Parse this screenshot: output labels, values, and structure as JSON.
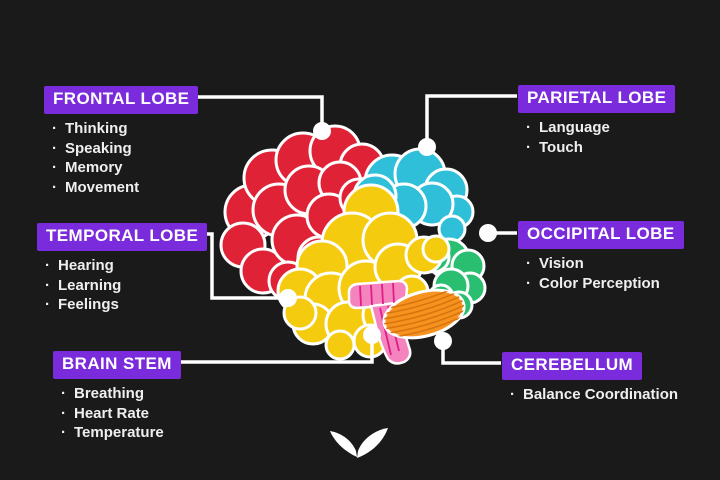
{
  "colors": {
    "background": "#1B1A1A",
    "label_background": "#7A2BDB",
    "label_text": "#FFFFFF",
    "item_text": "#EFEFEF",
    "line": "#FFFFFF",
    "frontal": "#E02236",
    "parietal": "#2FBFD9",
    "temporal": "#F5CB0F",
    "occipital": "#2ABE71",
    "cerebellum": "#F6921E",
    "cerebellum_stripes": "#D9750F",
    "brain_stem": "#F584BE",
    "brain_stem_stripes": "#DE1D86",
    "logo": "#FFFFFF"
  },
  "sections": {
    "frontal": {
      "label": "FRONTAL LOBE",
      "items": [
        "Thinking",
        "Speaking",
        "Memory",
        "Movement"
      ]
    },
    "temporal": {
      "label": "TEMPORAL LOBE",
      "items": [
        "Hearing",
        "Learning",
        "Feelings"
      ]
    },
    "brain_stem": {
      "label": "BRAIN STEM",
      "items": [
        "Breathing",
        "Heart Rate",
        "Temperature"
      ]
    },
    "parietal": {
      "label": "PARIETAL LOBE",
      "items": [
        "Language",
        "Touch"
      ]
    },
    "occipital": {
      "label": "OCCIPITAL LOBE",
      "items": [
        "Vision",
        "Color Perception"
      ]
    },
    "cerebellum": {
      "label": "CEREBELLUM",
      "items": [
        "Balance Coordination"
      ]
    }
  },
  "icons": {
    "logo": "mindvalley-wings-logo"
  }
}
